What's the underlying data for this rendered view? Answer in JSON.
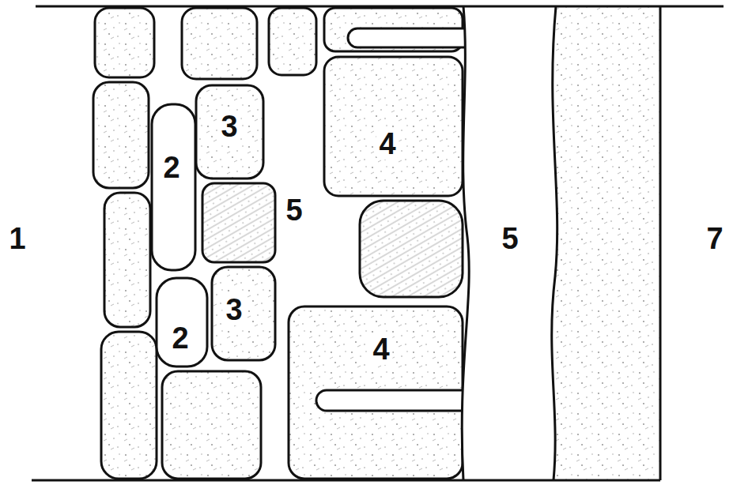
{
  "diagram": {
    "labels": [
      "3",
      "4",
      "2",
      "5",
      "1",
      "5",
      "7",
      "3",
      "2",
      "4"
    ]
  }
}
